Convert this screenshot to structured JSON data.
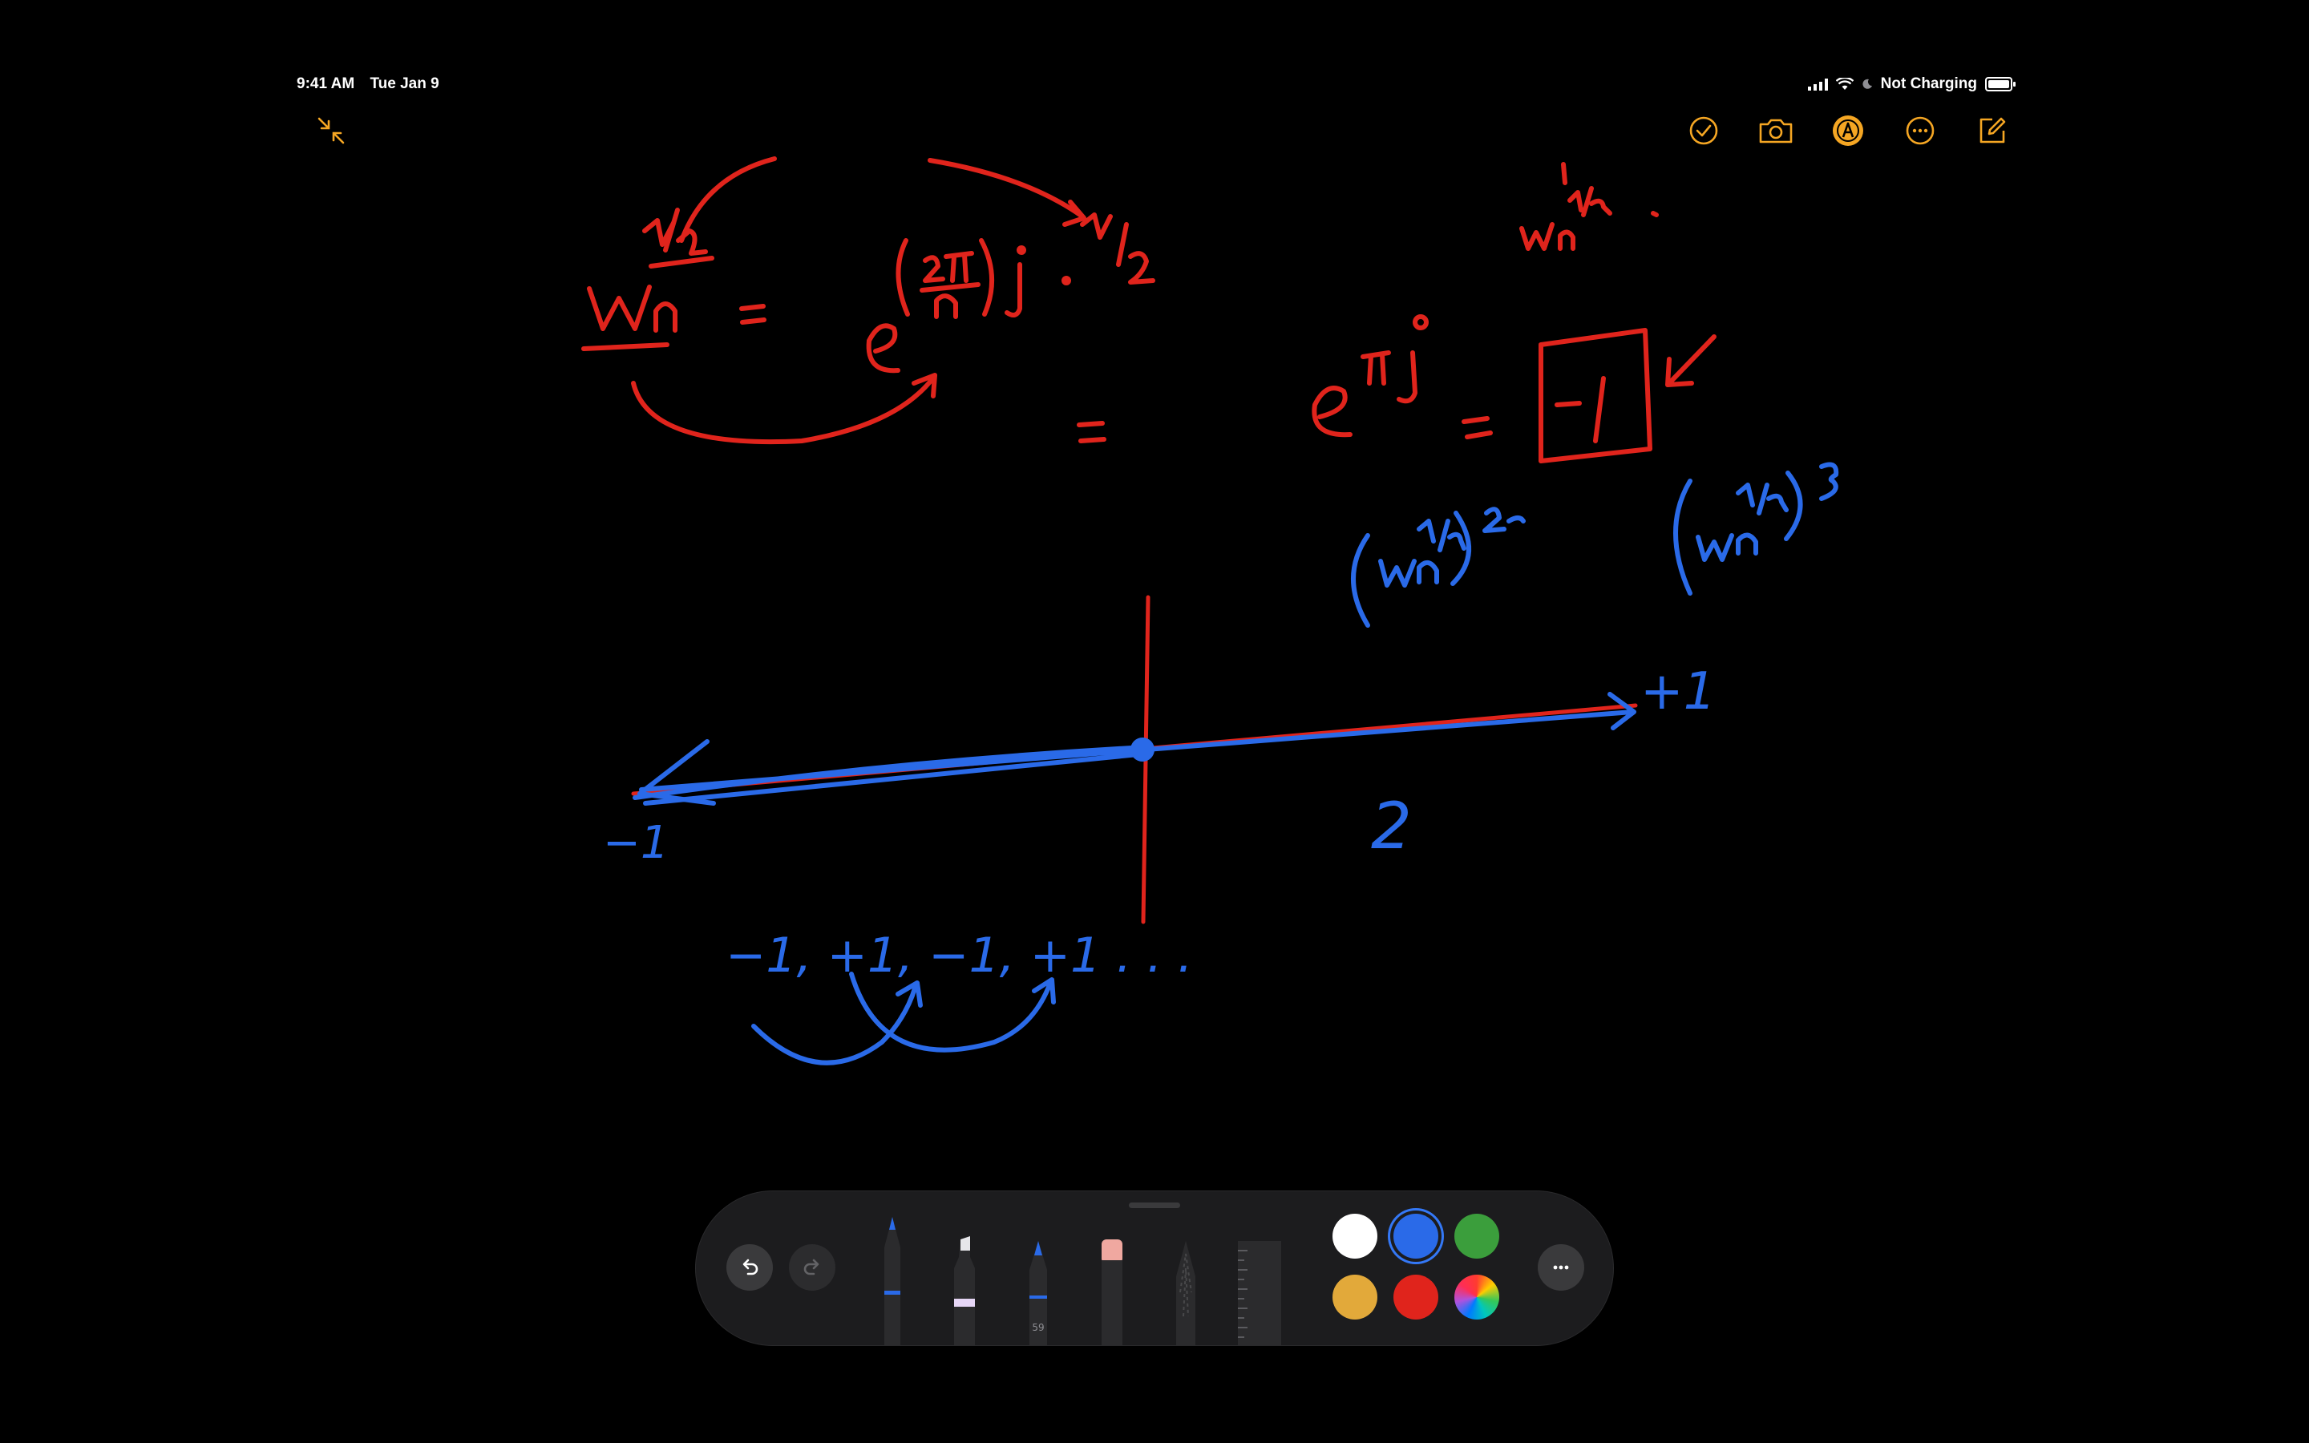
{
  "status_bar": {
    "time": "9:41 AM",
    "date": "Tue Jan 9",
    "battery_status": "Not Charging",
    "battery_level": 1.0
  },
  "toolbar": {
    "accent": "#f5a623",
    "icons": [
      "collapse-icon",
      "checkmark-icon",
      "camera-icon",
      "markup-icon",
      "more-icon",
      "compose-icon"
    ]
  },
  "canvas": {
    "ink_colors": {
      "red": "#e0241c",
      "blue": "#2a6ae8"
    },
    "axis_labels": {
      "left": "−1",
      "right": "+1"
    },
    "count_label": "2",
    "sequence_label": "−1, +1, −1, +1 . . ."
  },
  "palette": {
    "tools": [
      "pen",
      "marker",
      "pencil",
      "eraser",
      "lasso",
      "ruler"
    ],
    "pencil_width": "59",
    "selected_color": "blue",
    "colors": [
      {
        "name": "white",
        "hex": "#ffffff"
      },
      {
        "name": "blue",
        "hex": "#2a6ae8"
      },
      {
        "name": "green",
        "hex": "#3b9e3c"
      },
      {
        "name": "yellow",
        "hex": "#e2a93a"
      },
      {
        "name": "red",
        "hex": "#e0241c"
      },
      {
        "name": "spectrum",
        "hex": ""
      }
    ]
  }
}
